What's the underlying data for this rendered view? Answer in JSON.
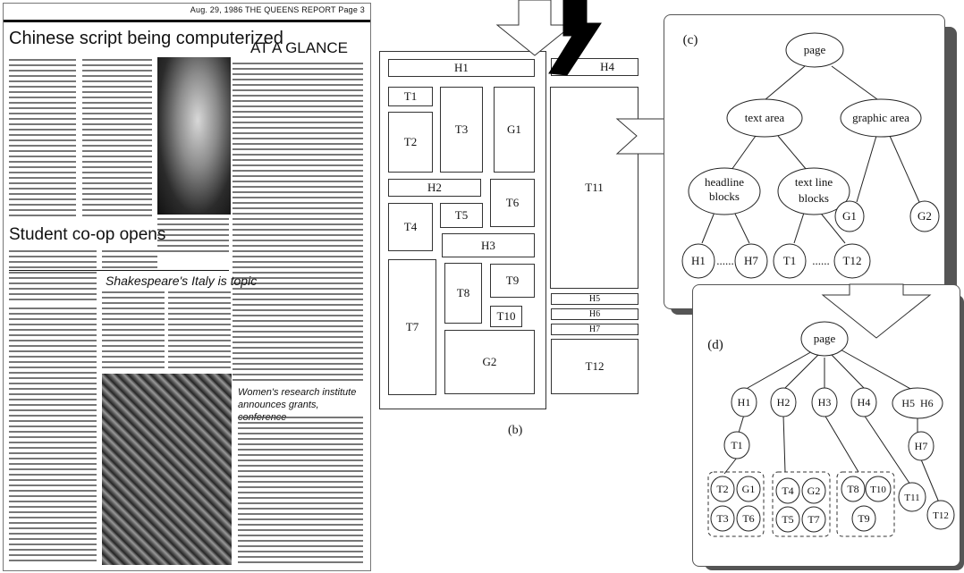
{
  "newspaper": {
    "masthead": "Aug. 29, 1986   THE QUEENS REPORT   Page 3",
    "headline_main": "Chinese script being computerized",
    "headline_glance": "AT A GLANCE",
    "headline_student": "Student co-op opens",
    "headline_italy": "Shakespeare's Italy is topic",
    "headline_women": "Women's research institute announces grants, conference"
  },
  "layout_panel": {
    "caption": "(b)",
    "blocks": [
      {
        "id": "H1",
        "label": "H1"
      },
      {
        "id": "H4",
        "label": "H4"
      },
      {
        "id": "T1",
        "label": "T1"
      },
      {
        "id": "T2",
        "label": "T2"
      },
      {
        "id": "T3",
        "label": "T3"
      },
      {
        "id": "G1",
        "label": "G1"
      },
      {
        "id": "T11",
        "label": "T11"
      },
      {
        "id": "H2",
        "label": "H2"
      },
      {
        "id": "T4",
        "label": "T4"
      },
      {
        "id": "T5",
        "label": "T5"
      },
      {
        "id": "T6",
        "label": "T6"
      },
      {
        "id": "H3",
        "label": "H3"
      },
      {
        "id": "T7",
        "label": "T7"
      },
      {
        "id": "T8",
        "label": "T8"
      },
      {
        "id": "T9",
        "label": "T9"
      },
      {
        "id": "T10",
        "label": "T10"
      },
      {
        "id": "G2",
        "label": "G2"
      },
      {
        "id": "H5",
        "label": "H5"
      },
      {
        "id": "H6",
        "label": "H6"
      },
      {
        "id": "H7",
        "label": "H7"
      },
      {
        "id": "T12",
        "label": "T12"
      }
    ]
  },
  "tree_c": {
    "caption": "(c)",
    "nodes": {
      "page": "page",
      "text_area": "text area",
      "graphic_area": "graphic area",
      "headline_blocks_1": "headline",
      "headline_blocks_2": "blocks",
      "text_line_blocks_1": "text line",
      "text_line_blocks_2": "blocks",
      "g1": "G1",
      "g2": "G2",
      "h1": "H1",
      "h7": "H7",
      "t1": "T1",
      "t12": "T12",
      "ellipsis": "......"
    }
  },
  "tree_d": {
    "caption": "(d)",
    "nodes": {
      "page": "page",
      "h1": "H1",
      "h2": "H2",
      "h3": "H3",
      "h4": "H4",
      "h5h6": "H5  H6",
      "t1": "T1",
      "h7": "H7",
      "t11": "T11",
      "t12": "T12",
      "t2": "T2",
      "g1": "G1",
      "t3": "T3",
      "t6": "T6",
      "t4": "T4",
      "g2": "G2",
      "t5": "T5",
      "t7": "T7",
      "t8": "T8",
      "t10": "T10",
      "t9": "T9"
    }
  },
  "colors": {
    "arrow_black": "#000000",
    "panel_shadow": "#555555",
    "stroke": "#333333"
  }
}
